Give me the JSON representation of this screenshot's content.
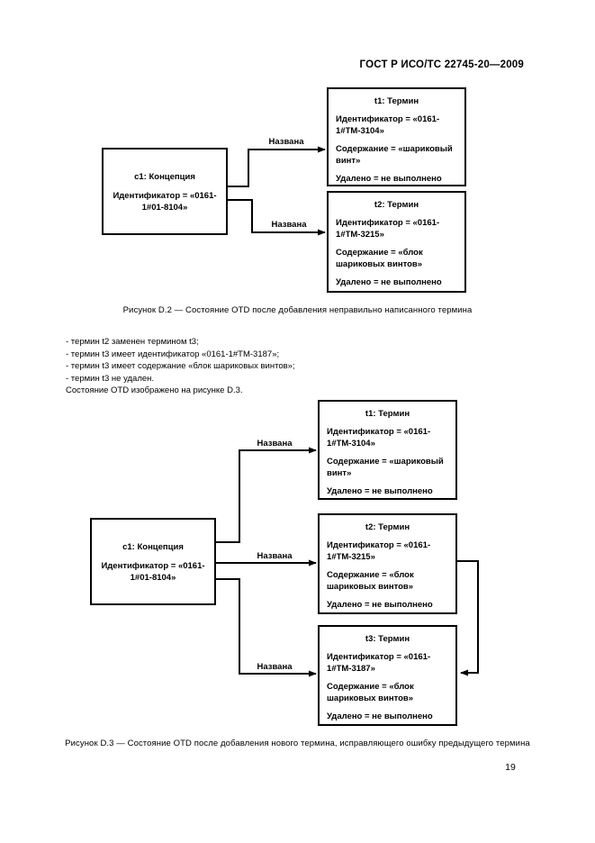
{
  "header": {
    "title": "ГОСТ Р ИСО/ТС 22745-20—2009"
  },
  "footer": {
    "page_number": "19"
  },
  "colors": {
    "ink": "#000000",
    "paper": "#ffffff"
  },
  "figure_d2": {
    "caption": "Рисунок  D.2 — Состояние OTD после добавления неправильно написанного термина",
    "concept": {
      "title": "с1: Концепция",
      "identifier": "Идентификатор = «0161-1#01-8104»"
    },
    "term1": {
      "title": "t1: Термин",
      "identifier": "Идентификатор = «0161-1#ТМ-3104»",
      "content": "Содержание = «шариковый винт»",
      "deleted": "Удалено = не выполнено"
    },
    "term2": {
      "title": "t2: Термин",
      "identifier": "Идентификатор = «0161- 1#ТМ-3215»",
      "content": "Содержание = «блок шариковых винтов»",
      "deleted": "Удалено = не выполнено"
    },
    "edge_label_t1": "Названа",
    "edge_label_t2": "Названа"
  },
  "notes": {
    "items": [
      "- термин t2 заменен термином t3;",
      "- термин t3 имеет идентификатор «0161-1#ТМ-3187»;",
      "- термин t3 имеет содержание «блок шариковых винтов»;",
      "- термин t3 не удален."
    ],
    "closing": "Состояние OTD изображено на рисунке D.3."
  },
  "figure_d3": {
    "caption": "Рисунок  D.3 — Состояние OTD после добавления нового термина, исправляющего ошибку предыдущего термина",
    "concept": {
      "title": "с1: Концепция",
      "identifier": "Идентификатор = «0161-1#01-8104»"
    },
    "term1": {
      "title": "t1: Термин",
      "identifier": "Идентификатор = «0161-1#ТМ-3104»",
      "content": "Содержание = «шариковый винт»",
      "deleted": "Удалено = не выполнено"
    },
    "term2": {
      "title": "t2: Термин",
      "identifier": "Идентификатор = «0161-1#ТМ-3215»",
      "content": "Содержание = «блок шариковых винтов»",
      "deleted": "Удалено = не выполнено"
    },
    "term3": {
      "title": "t3: Термин",
      "identifier": "Идентификатор = «0161-1#ТМ-3187»",
      "content": "Содержание = «блок шариковых винтов»",
      "deleted": "Удалено = не выполнено"
    },
    "edge_label_t1": "Названа",
    "edge_label_t2": "Названа",
    "edge_label_t3": "Названа"
  }
}
